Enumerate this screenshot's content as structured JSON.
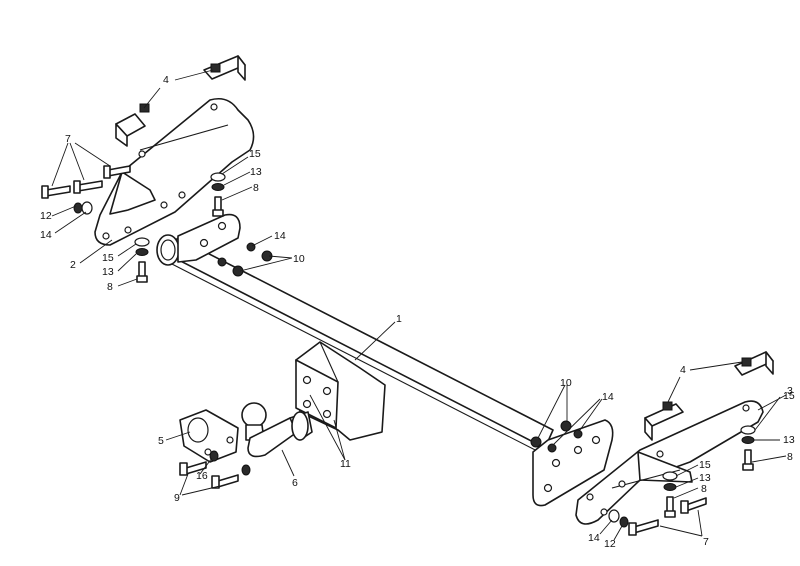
{
  "callouts": {
    "c1": "1",
    "c2": "2",
    "c3": "3",
    "c4_left": "4",
    "c4_right": "4",
    "c5": "5",
    "c6": "6",
    "c7_left": "7",
    "c7_right": "7",
    "c8_left_upper": "8",
    "c8_left_lower": "8",
    "c8_right_lower": "8",
    "c8_right_upper": "8",
    "c9": "9",
    "c10_left": "10",
    "c10_right": "10",
    "c11": "11",
    "c12_left": "12",
    "c12_right": "12",
    "c13_left_upper": "13",
    "c13_left_lower": "13",
    "c13_right_inner": "13",
    "c13_right_outer": "13",
    "c14_left_lower": "14",
    "c14_left_upper": "14",
    "c14_right_upper": "14",
    "c14_right_lower": "14",
    "c15_left_upper": "15",
    "c15_left_lower": "15",
    "c15_right_inner": "15",
    "c15_right_outer": "15",
    "c16": "16"
  }
}
